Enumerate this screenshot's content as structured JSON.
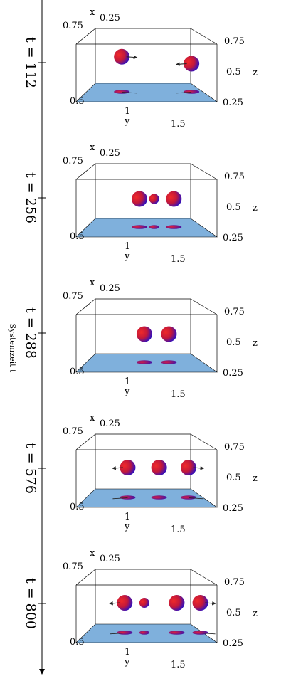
{
  "timeline": {
    "axis_label": "Systemzeit t"
  },
  "colors": {
    "floor": "#7fb0dc",
    "sphere_red": "#e21a2c",
    "sphere_blue": "#1a10c8",
    "arrow": "#222222"
  },
  "panels": [
    {
      "time_label": "t = 112",
      "x_ticks": [
        "0.75",
        "0.25"
      ],
      "x_axis": "x",
      "y_ticks": [
        "0.5",
        "1",
        "1.5"
      ],
      "y_axis": "y",
      "z_ticks": [
        "0.75",
        "0.5",
        "0.25"
      ],
      "z_axis": "z",
      "particles": [
        {
          "y": 0.82,
          "x": 0.45,
          "z": 0.58,
          "arrow": "right"
        },
        {
          "y": 1.53,
          "x": 0.55,
          "z": 0.5,
          "arrow": "left"
        }
      ]
    },
    {
      "time_label": "t = 256",
      "x_ticks": [
        "0.75",
        "0.25"
      ],
      "x_axis": "x",
      "y_ticks": [
        "0.5",
        "1",
        "1.5"
      ],
      "y_axis": "y",
      "z_ticks": [
        "0.75",
        "0.5",
        "0.25"
      ],
      "z_axis": "z",
      "particles": [
        {
          "y": 1.0,
          "x": 0.45,
          "z": 0.5,
          "arrow": "none"
        },
        {
          "y": 1.15,
          "x": 0.45,
          "z": 0.5,
          "arrow": "none",
          "small": true
        },
        {
          "y": 1.35,
          "x": 0.45,
          "z": 0.5,
          "arrow": "none"
        }
      ]
    },
    {
      "time_label": "t = 288",
      "x_ticks": [
        "0.75",
        "0.25"
      ],
      "x_axis": "x",
      "y_ticks": [
        "0.5",
        "1",
        "1.5"
      ],
      "y_axis": "y",
      "z_ticks": [
        "0.75",
        "0.5",
        "0.25"
      ],
      "z_axis": "z",
      "particles": [
        {
          "y": 1.05,
          "x": 0.45,
          "z": 0.5,
          "arrow": "none"
        },
        {
          "y": 1.3,
          "x": 0.45,
          "z": 0.5,
          "arrow": "none"
        }
      ]
    },
    {
      "time_label": "t = 576",
      "x_ticks": [
        "0.75",
        "0.25"
      ],
      "x_axis": "x",
      "y_ticks": [
        "0.5",
        "1",
        "1.5"
      ],
      "y_axis": "y",
      "z_ticks": [
        "0.75",
        "0.5",
        "0.25"
      ],
      "z_axis": "z",
      "particles": [
        {
          "y": 0.88,
          "x": 0.45,
          "z": 0.52,
          "arrow": "left"
        },
        {
          "y": 1.2,
          "x": 0.45,
          "z": 0.52,
          "arrow": "none"
        },
        {
          "y": 1.5,
          "x": 0.45,
          "z": 0.52,
          "arrow": "right"
        }
      ]
    },
    {
      "time_label": "t = 800",
      "x_ticks": [
        "0.75",
        "0.25"
      ],
      "x_axis": "x",
      "y_ticks": [
        "0.5",
        "1",
        "1.5"
      ],
      "y_axis": "y",
      "z_ticks": [
        "0.75",
        "0.5",
        "0.25"
      ],
      "z_axis": "z",
      "particles": [
        {
          "y": 0.85,
          "x": 0.45,
          "z": 0.52,
          "arrow": "left"
        },
        {
          "y": 1.05,
          "x": 0.45,
          "z": 0.52,
          "arrow": "none",
          "small": true
        },
        {
          "y": 1.38,
          "x": 0.45,
          "z": 0.52,
          "arrow": "none"
        },
        {
          "y": 1.62,
          "x": 0.45,
          "z": 0.52,
          "arrow": "right"
        }
      ]
    }
  ]
}
